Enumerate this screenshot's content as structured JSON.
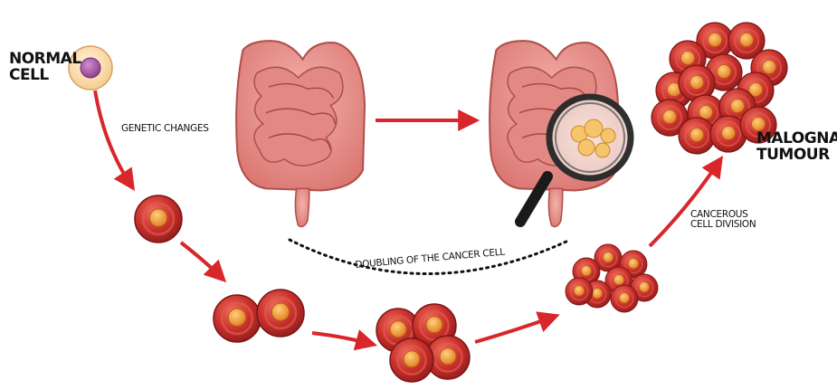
{
  "labels": {
    "normal_cell_line1": "NORMAL",
    "normal_cell_line2": "CELL",
    "genetic_changes": "GENETIC CHANGES",
    "doubling": "DOUBLING OF THE CANCER CELL",
    "cancerous_line1": "CANCEROUS",
    "cancerous_line2": "CELL DIVISION",
    "tumour_line1": "MALOGNANT",
    "tumour_line2": "TUMOUR"
  },
  "colors": {
    "arrow": "#d9262b",
    "cell_fill": "#c9302c",
    "cell_dark": "#8f1c1c",
    "nucleus": "#f29a3b",
    "normal_cell_outer": "#fde2b5",
    "normal_cell_nucleus": "#a0509a",
    "intestine": "#e88a86"
  }
}
